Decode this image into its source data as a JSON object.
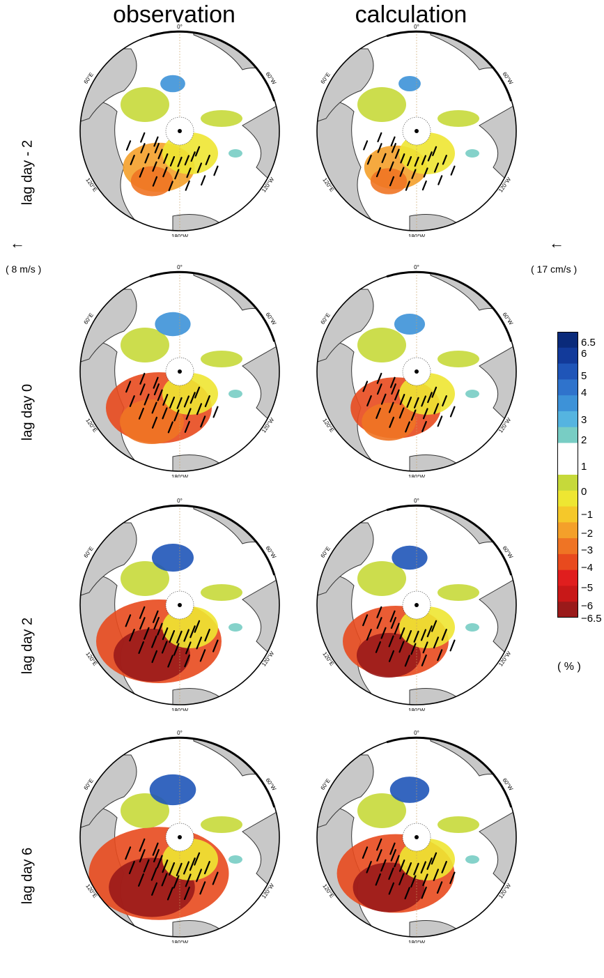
{
  "columns": [
    "observation",
    "calculation"
  ],
  "rows": [
    "lag day  - 2",
    "lag day  0",
    "lag day  2",
    "lag day  6"
  ],
  "map_labels": {
    "top": "0°",
    "bottom": "180°W",
    "upper_left": "60°E",
    "upper_right": "60°W",
    "lower_left": "120°E",
    "lower_right": "120°W"
  },
  "scale": {
    "wind": "( 8 m/s )",
    "current": "( 17 cm/s )",
    "arrow": "←"
  },
  "colorbar": {
    "labels": [
      "6.5",
      "6",
      "5",
      "4",
      "3",
      "2",
      "1",
      "0",
      "−1",
      "−2",
      "−3",
      "−4",
      "−5",
      "−6",
      "−6.5"
    ],
    "unit": "( % )",
    "colors": [
      "#0a2a7a",
      "#123a9a",
      "#1f55b8",
      "#2f73cc",
      "#3d92d8",
      "#55b4e0",
      "#78cdc4",
      "#ffffff",
      "#ffffff",
      "#c6d93a",
      "#eee632",
      "#f5c82a",
      "#f4a02a",
      "#ef7424",
      "#e84a1e",
      "#e01e1e",
      "#c81818",
      "#9a1a1a"
    ]
  }
}
